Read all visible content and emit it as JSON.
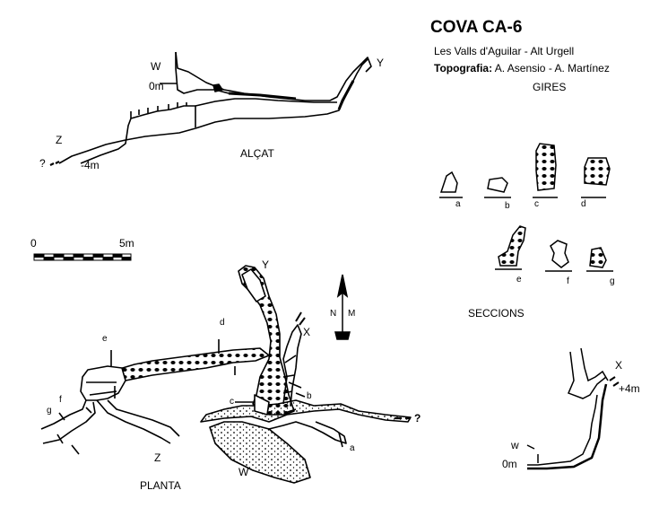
{
  "header": {
    "title": "COVA CA-6",
    "location": "Les Valls d'Aguilar - Alt Urgell",
    "credits_label": "Topografia:",
    "credits_names": "A. Asensio - A. Martínez",
    "group": "GIRES"
  },
  "elevation": {
    "caption": "ALÇAT",
    "points": {
      "w": "W",
      "y": "Y",
      "z": "Z",
      "zero": "0m",
      "minus4": "-4m",
      "unknown": "?"
    }
  },
  "plan": {
    "caption": "PLANTA",
    "points": {
      "y": "Y",
      "x": "X",
      "w": "W",
      "z": "Z",
      "unknown": "?"
    },
    "section_marks": [
      "a",
      "b",
      "c",
      "d",
      "e",
      "f",
      "g"
    ]
  },
  "scale": {
    "zero": "0",
    "five": "5m"
  },
  "north": {
    "n": "N",
    "m": "M"
  },
  "sections": {
    "caption": "SECCIONS",
    "labels": [
      "a",
      "b",
      "c",
      "d",
      "e",
      "f",
      "g"
    ]
  },
  "inset": {
    "x": "X",
    "plus4": "+4m",
    "w": "w",
    "zero": "0m"
  }
}
